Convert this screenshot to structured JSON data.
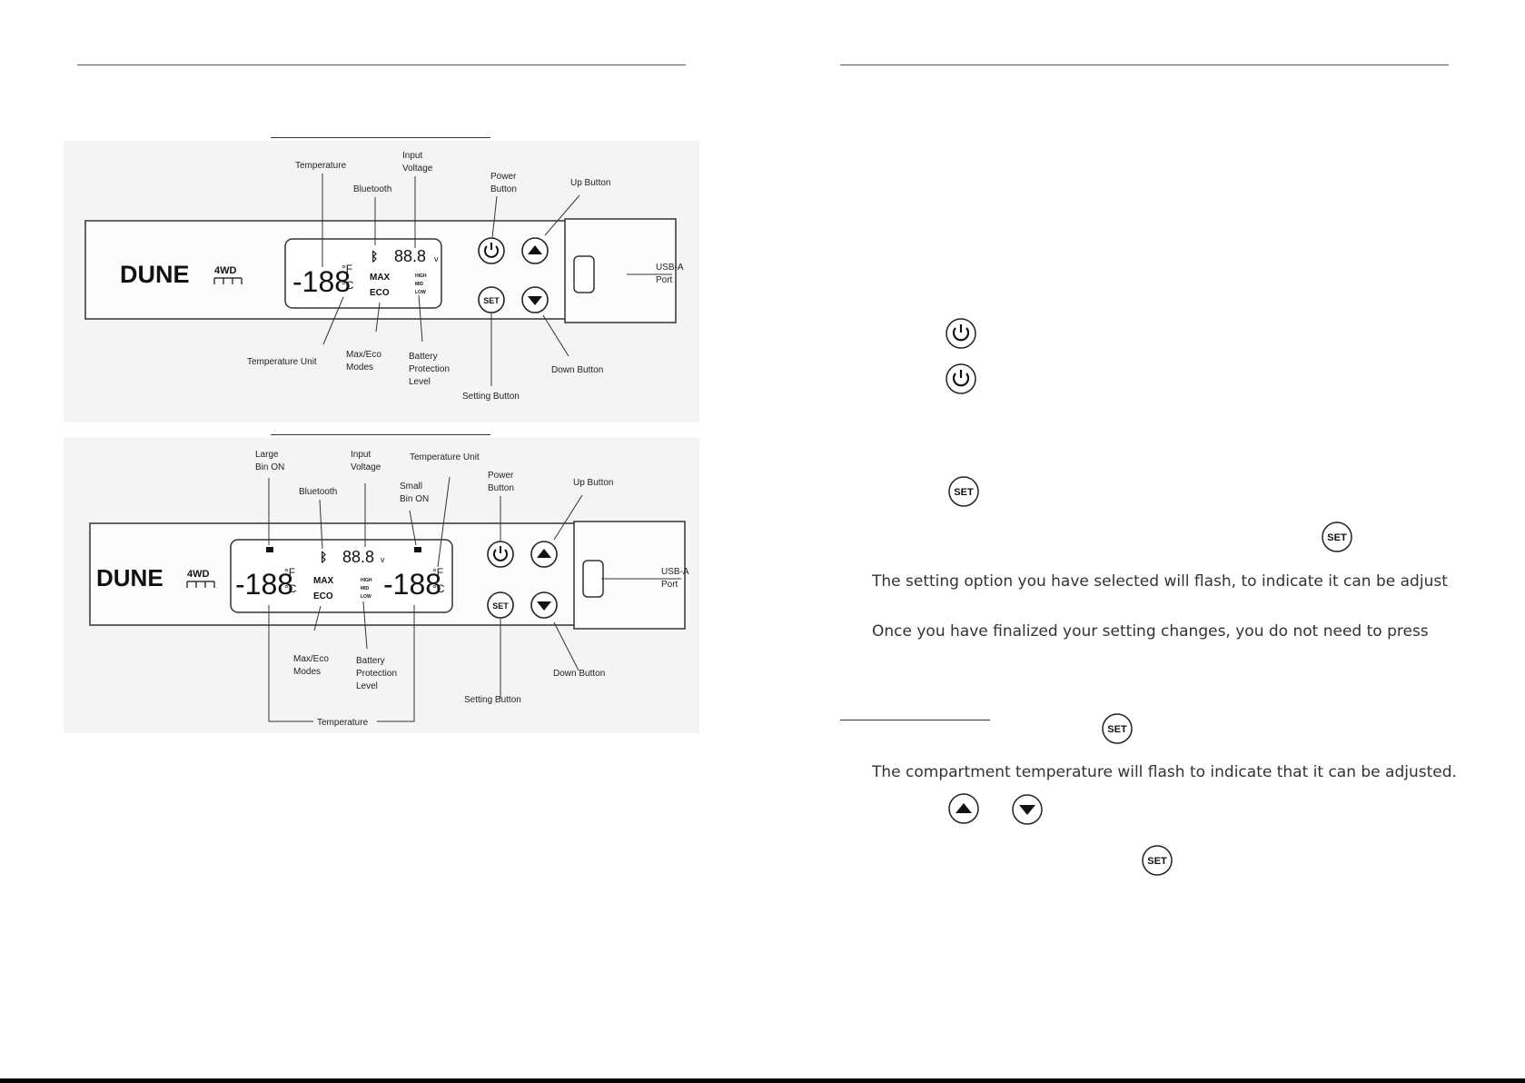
{
  "diagram1": {
    "brand": "DUNE",
    "brand_sup": "4WD",
    "labels": {
      "temperature": "Temperature",
      "bluetooth": "Bluetooth",
      "input_voltage_1": "Input",
      "input_voltage_2": "Voltage",
      "power_1": "Power",
      "power_2": "Button",
      "up": "Up Button",
      "usb_1": "USB-A",
      "usb_2": "Port",
      "temp_unit": "Temperature Unit",
      "maxeco_1": "Max/Eco",
      "maxeco_2": "Modes",
      "batt_1": "Battery",
      "batt_2": "Protection",
      "batt_3": "Level",
      "down": "Down Button",
      "setting": "Setting Button"
    },
    "lcd": {
      "temp": "-188",
      "deg_f": "°F",
      "deg_c": "°C",
      "volt": "88.8",
      "volt_unit": "v",
      "max": "MAX",
      "eco": "ECO",
      "high": "HIGH",
      "mid": "MID",
      "low": "LOW",
      "set": "SET"
    }
  },
  "diagram2": {
    "brand": "DUNE",
    "brand_sup": "4WD",
    "labels": {
      "large_bin_1": "Large",
      "large_bin_2": "Bin ON",
      "bluetooth": "Bluetooth",
      "input_voltage_1": "Input",
      "input_voltage_2": "Voltage",
      "temp_unit": "Temperature Unit",
      "small_bin_1": "Small",
      "small_bin_2": "Bin ON",
      "power_1": "Power",
      "power_2": "Button",
      "up": "Up Button",
      "usb_1": "USB-A",
      "usb_2": "Port",
      "maxeco_1": "Max/Eco",
      "maxeco_2": "Modes",
      "batt_1": "Battery",
      "batt_2": "Protection",
      "batt_3": "Level",
      "down": "Down Button",
      "setting": "Setting Button",
      "temperature": "Temperature"
    },
    "lcd": {
      "temp_left": "-188",
      "temp_right": "-188",
      "deg_f": "°F",
      "deg_c": "°C",
      "volt": "88.8",
      "volt_unit": "v",
      "max": "MAX",
      "eco": "ECO",
      "high": "HIGH",
      "mid": "MID",
      "low": "LOW",
      "set": "SET"
    }
  },
  "right_page": {
    "line_setting_option": "The setting option you have selected will flash, to indicate it can be adjust",
    "line_finalized": "Once you have finalized your setting changes, you do not need to press",
    "line_compartment": "The compartment temperature will flash to indicate that it can be adjusted."
  },
  "icons": {
    "set_label": "SET"
  },
  "colors": {
    "text": "#333333",
    "rule": "#555555",
    "diagram_bg": "#f4f4f4"
  }
}
